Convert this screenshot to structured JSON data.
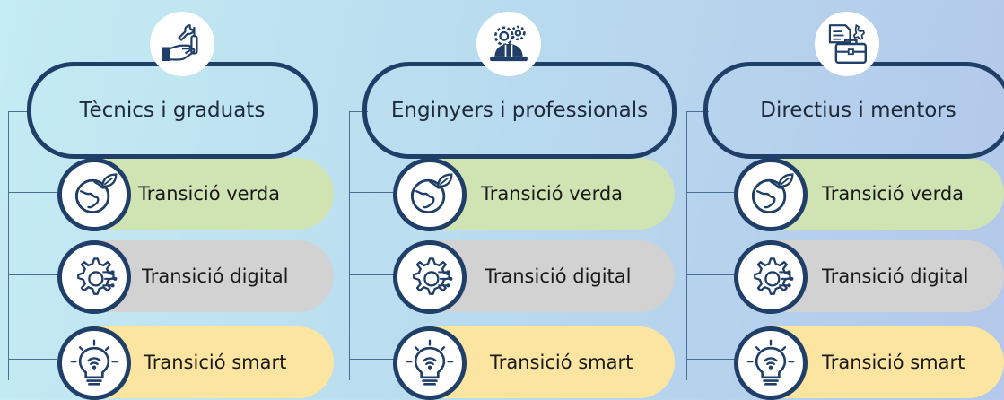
{
  "colors": {
    "outline": "#1f3e68",
    "green": "#cfe3b3",
    "grey": "#d2d2d2",
    "yellow": "#fbe5a1"
  },
  "columns": [
    {
      "title": "Tècnics i graduats",
      "icon": "wrench-hand-icon",
      "items": [
        {
          "label": "Transició verda",
          "icon": "globe-leaf-icon",
          "color": "green"
        },
        {
          "label": "Transició digital",
          "icon": "circuit-gear-icon",
          "color": "grey"
        },
        {
          "label": "Transició smart",
          "icon": "lightbulb-wifi-icon",
          "color": "yellow"
        }
      ]
    },
    {
      "title": "Enginyers i professionals",
      "icon": "hardhat-gears-icon",
      "items": [
        {
          "label": "Transició verda",
          "icon": "globe-leaf-icon",
          "color": "green"
        },
        {
          "label": "Transició digital",
          "icon": "circuit-gear-icon",
          "color": "grey"
        },
        {
          "label": "Transició smart",
          "icon": "lightbulb-wifi-icon",
          "color": "yellow"
        }
      ]
    },
    {
      "title": "Directius i mentors",
      "icon": "briefcase-docs-icon",
      "items": [
        {
          "label": "Transició verda",
          "icon": "globe-leaf-icon",
          "color": "green"
        },
        {
          "label": "Transició digital",
          "icon": "circuit-gear-icon",
          "color": "grey"
        },
        {
          "label": "Transició smart",
          "icon": "lightbulb-wifi-icon",
          "color": "yellow"
        }
      ]
    }
  ]
}
